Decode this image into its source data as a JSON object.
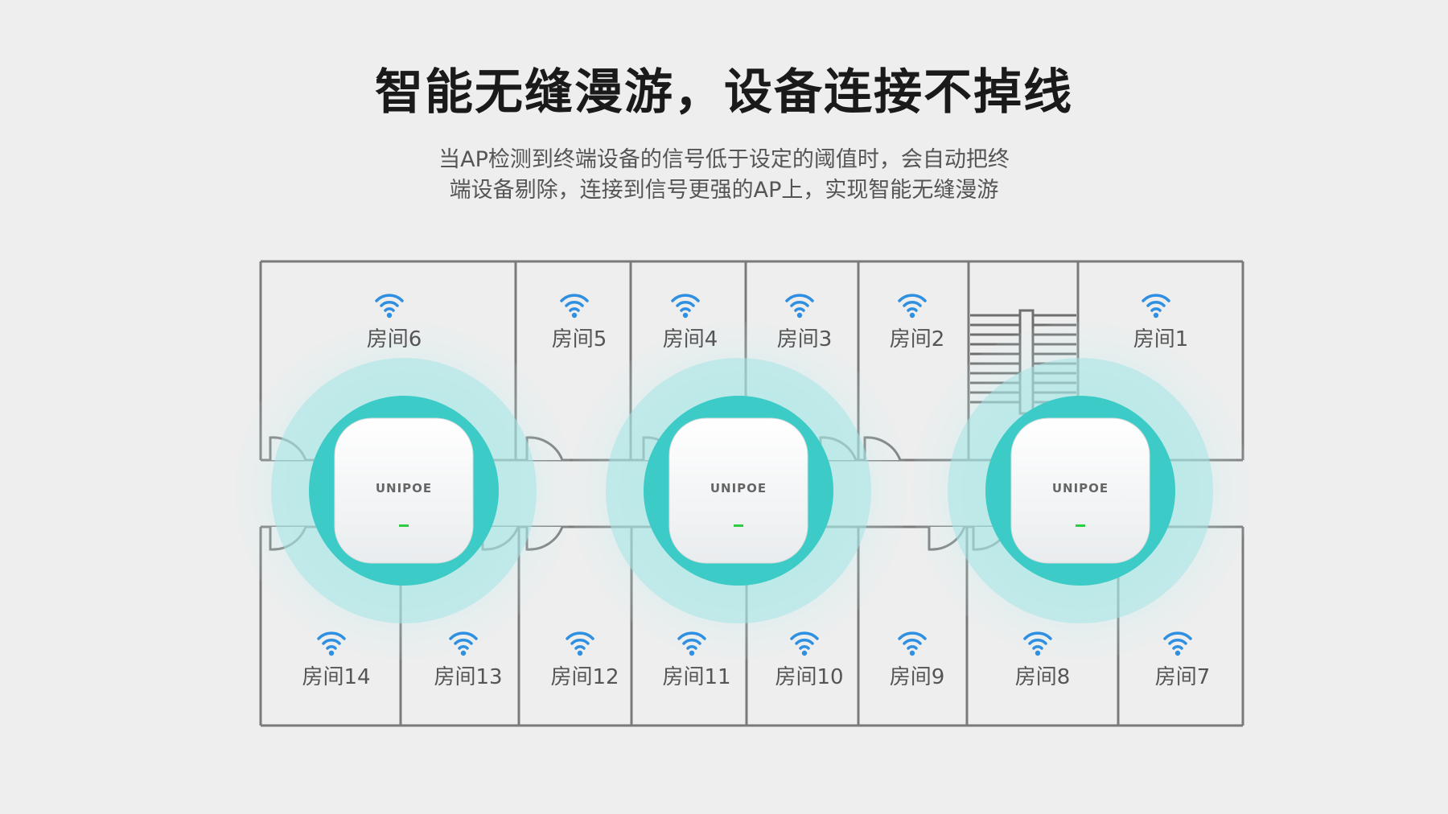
{
  "header": {
    "title": "智能无缝漫游，设备连接不掉线",
    "description_line1": "当AP检测到终端设备的信号低于设定的阈值时，会自动把终",
    "description_line2": "端设备剔除，连接到信号更强的AP上，实现智能无缝漫游"
  },
  "colors": {
    "background": "#eeeeee",
    "wall": "#7a7a7a",
    "wifi_icon": "#2f8fe0",
    "signal_ring": "#7fd6d8",
    "ap_ring": "#3ccbc6",
    "led": "#2ecc40"
  },
  "access_points": [
    {
      "brand": "UNIPOE"
    },
    {
      "brand": "UNIPOE"
    },
    {
      "brand": "UNIPOE"
    }
  ],
  "rooms": [
    {
      "label": "房间6",
      "icon": "wifi-icon"
    },
    {
      "label": "房间5",
      "icon": "wifi-icon"
    },
    {
      "label": "房间4",
      "icon": "wifi-icon"
    },
    {
      "label": "房间3",
      "icon": "wifi-icon"
    },
    {
      "label": "房间2",
      "icon": "wifi-icon"
    },
    {
      "label": "房间1",
      "icon": "wifi-icon"
    },
    {
      "label": "房间14",
      "icon": "wifi-icon"
    },
    {
      "label": "房间13",
      "icon": "wifi-icon"
    },
    {
      "label": "房间12",
      "icon": "wifi-icon"
    },
    {
      "label": "房间11",
      "icon": "wifi-icon"
    },
    {
      "label": "房间10",
      "icon": "wifi-icon"
    },
    {
      "label": "房间9",
      "icon": "wifi-icon"
    },
    {
      "label": "房间8",
      "icon": "wifi-icon"
    },
    {
      "label": "房间7",
      "icon": "wifi-icon"
    }
  ]
}
